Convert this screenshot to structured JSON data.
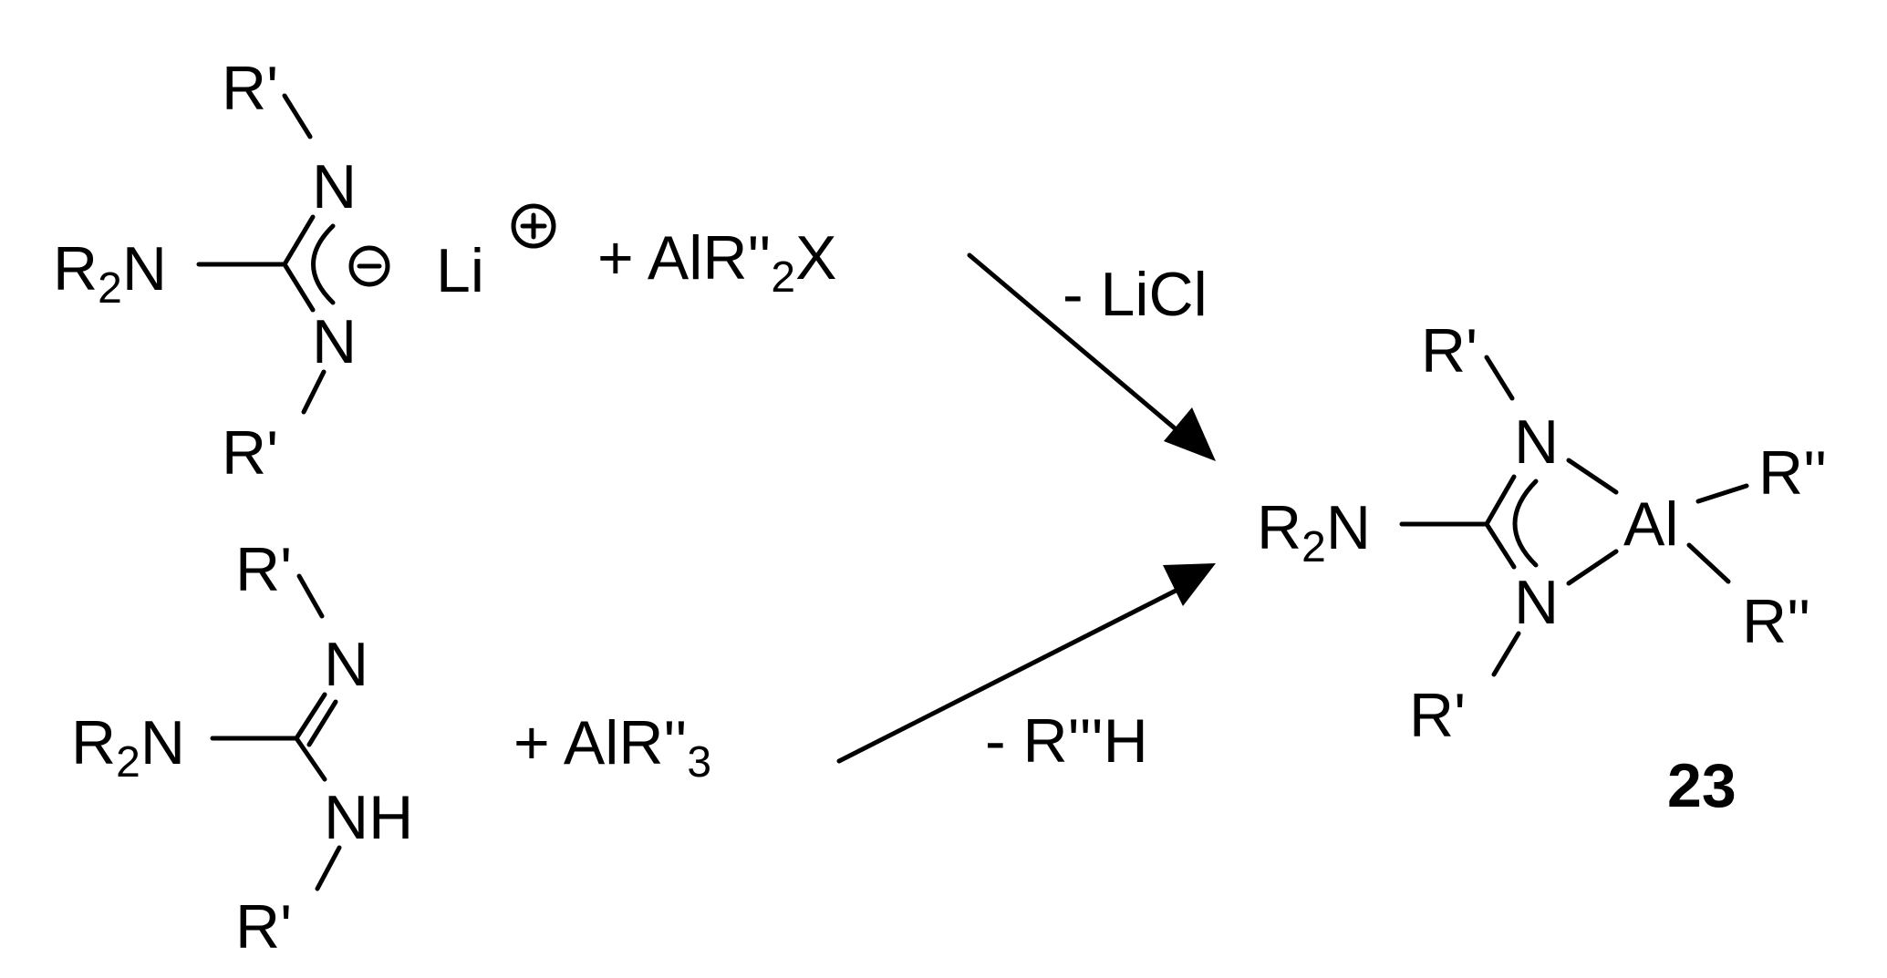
{
  "reactant_top": {
    "r_prime_top": "R'",
    "n_top": "N",
    "r2n": "R",
    "r2n_sub": "2",
    "r2n_n": "N",
    "n_bottom": "N",
    "r_prime_bottom": "R'",
    "lithium": "Li"
  },
  "reagent_top": {
    "plus": "+ AlR''",
    "sub": "2",
    "tail": "X"
  },
  "reactant_bottom": {
    "r_prime_top": "R'",
    "n_top": "N",
    "r2n": "R",
    "r2n_sub": "2",
    "r2n_n": "N",
    "nh": "NH",
    "r_prime_bottom": "R'"
  },
  "reagent_bottom": {
    "plus": "+ AlR''",
    "sub": "3"
  },
  "byproduct_top": "- LiCl",
  "byproduct_bottom": "- R'''H",
  "product": {
    "r_prime_top": "R'",
    "n_top": "N",
    "r2n": "R",
    "r2n_sub": "2",
    "r2n_n": "N",
    "n_bottom": "N",
    "r_prime_bottom": "R'",
    "al": "Al",
    "r_dprime_top": "R''",
    "r_dprime_bottom": "R''",
    "label": "23"
  }
}
